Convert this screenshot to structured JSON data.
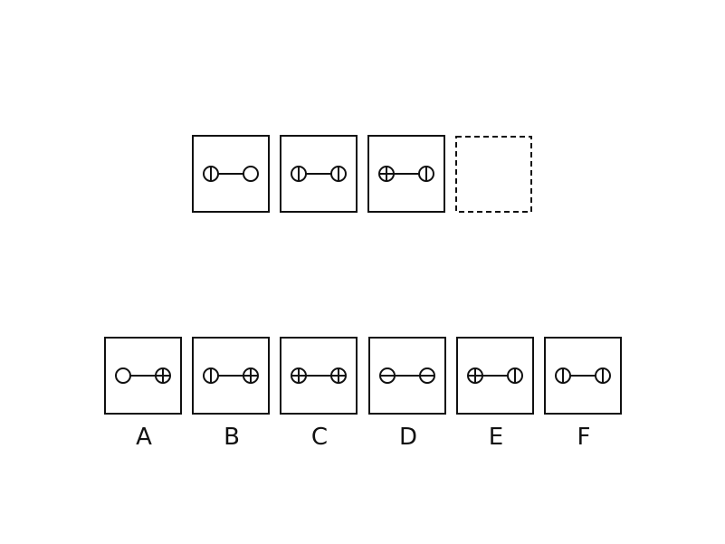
{
  "puzzle": {
    "sequence": [
      {
        "left": "vertical",
        "right": "empty"
      },
      {
        "left": "vertical",
        "right": "vertical"
      },
      {
        "left": "cross",
        "right": "vertical"
      }
    ],
    "missing_panel": "dashed"
  },
  "options": [
    {
      "label": "A",
      "left": "empty",
      "right": "cross"
    },
    {
      "label": "B",
      "left": "vertical",
      "right": "cross"
    },
    {
      "label": "C",
      "left": "cross",
      "right": "cross"
    },
    {
      "label": "D",
      "left": "horizontal",
      "right": "horizontal"
    },
    {
      "label": "E",
      "left": "cross",
      "right": "vertical"
    },
    {
      "label": "F",
      "left": "vertical",
      "right": "vertical"
    }
  ],
  "colors": {
    "stroke": "#111111",
    "background": "#ffffff"
  }
}
